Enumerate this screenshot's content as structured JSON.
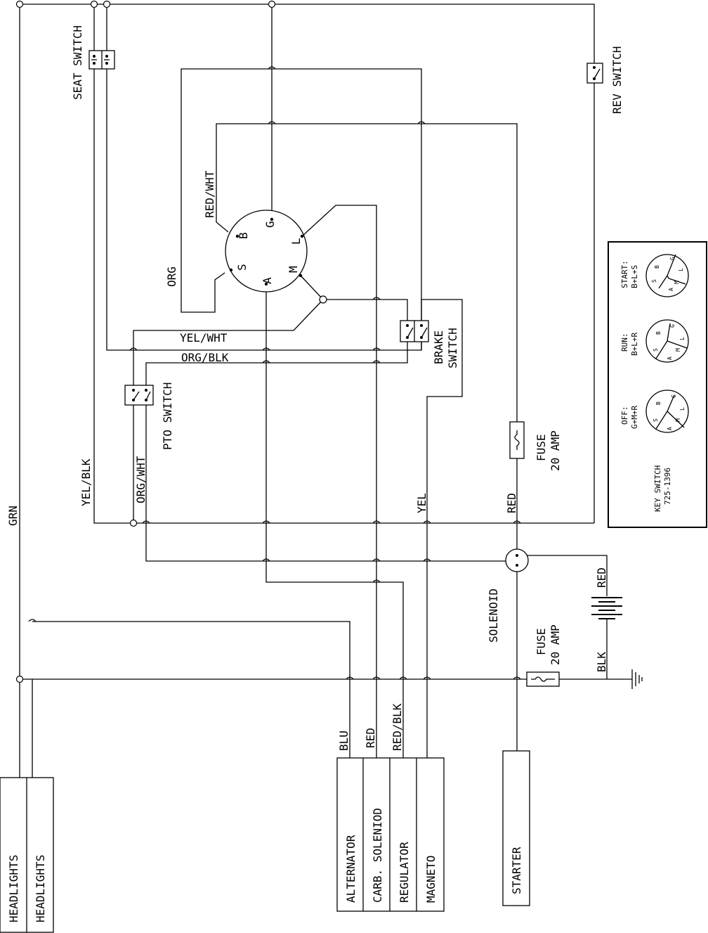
{
  "components": {
    "headlights_1": "HEADLIGHTS",
    "headlights_2": "HEADLIGHTS",
    "alternator": "ALTERNATOR",
    "carb_solenoid": "CARB. SOLENIOD",
    "regulator": "REGULATOR",
    "magneto": "MAGNETO",
    "starter": "STARTER",
    "seat_switch": "SEAT SWITCH",
    "rev_switch": "REV SWITCH",
    "pto_switch": "PTO SWITCH",
    "brake_switch_1": "BRAKE",
    "brake_switch_2": "SWITCH",
    "fuse_upper_1": "FUSE",
    "fuse_upper_2": "20 AMP",
    "fuse_lower_1": "FUSE",
    "fuse_lower_2": "20 AMP",
    "solenoid": "SOLENOID"
  },
  "wires": {
    "grn": "GRN",
    "yel_blk": "YEL/BLK",
    "org_wht": "ORG/WHT",
    "yel_wht": "YEL/WHT",
    "org_blk": "ORG/BLK",
    "red_wht": "RED/WHT",
    "org": "ORG",
    "yel": "YEL",
    "red_main": "RED",
    "red_battery": "RED",
    "blk": "BLK",
    "blu": "BLU",
    "red_carb": "RED",
    "red_blk": "RED/BLK"
  },
  "key_switch_terminals": {
    "b": "B",
    "g": "G",
    "s": "S",
    "l": "L",
    "m": "M",
    "a": "A"
  },
  "key_switch_legend": {
    "title": "KEY SWITCH",
    "part_number": "725-1396",
    "positions": [
      {
        "name": "OFF:",
        "combo": "G+M+R"
      },
      {
        "name": "RUN:",
        "combo": "B+L+R"
      },
      {
        "name": "START:",
        "combo": "B+L+S"
      }
    ],
    "terminal_letters": {
      "s": "S",
      "b": "B",
      "g": "G",
      "a": "A",
      "m": "M",
      "l": "L"
    }
  }
}
